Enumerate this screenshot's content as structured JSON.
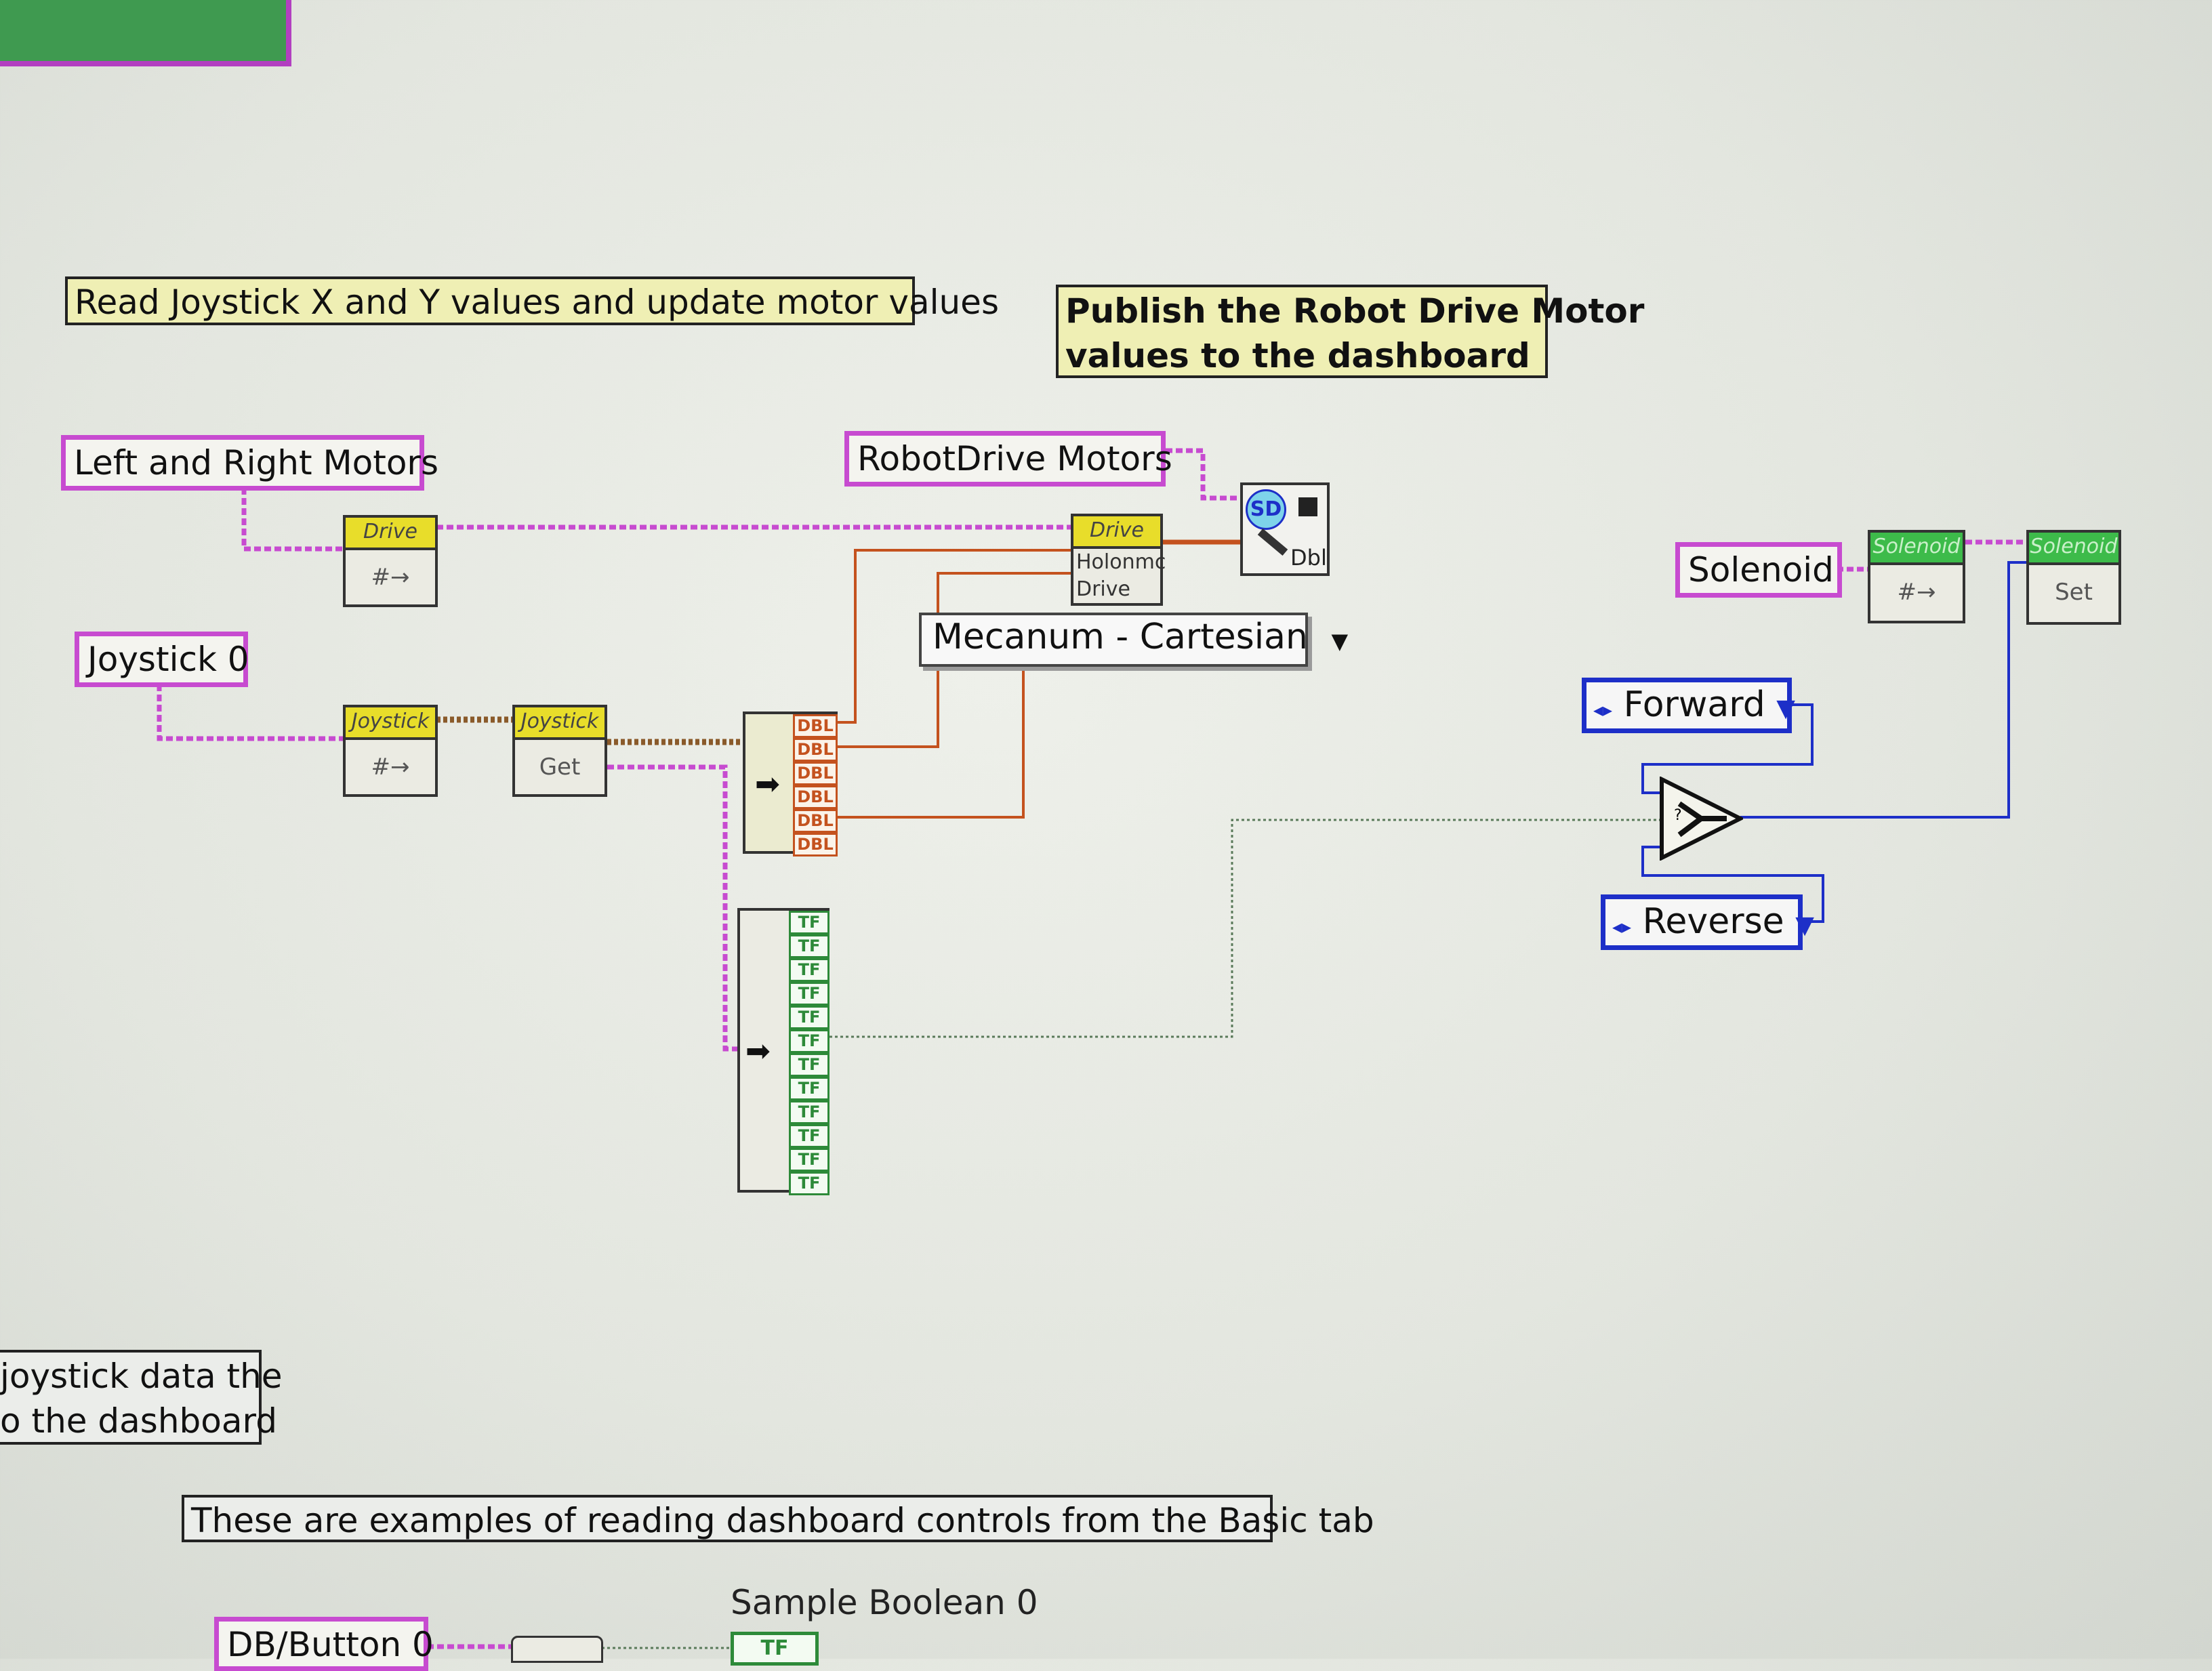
{
  "comments": {
    "read_joystick": "Read Joystick X and Y values and update motor values",
    "publish_line1": "Publish the Robot Drive Motor",
    "publish_line2": "values to the dashboard",
    "joystick_data_line1": "joystick data the",
    "joystick_data_line2": "o the dashboard",
    "examples": "These are examples of reading dashboard controls from the Basic tab"
  },
  "labels": {
    "left_right_motors": "Left and Right Motors",
    "robotdrive_motors": "RobotDrive Motors",
    "joystick0": "Joystick 0",
    "solenoid": "Solenoid",
    "db_button0": "DB/Button 0",
    "sample_boolean0": "Sample Boolean 0"
  },
  "nodes": {
    "drive_ref_head": "Drive",
    "drive_ref_icon": "#→",
    "joystick_ref_head": "Joystick",
    "joystick_ref_icon": "#→",
    "joystick_get_head": "Joystick",
    "joystick_get_body": "Get",
    "holonomic_head": "Drive",
    "holonomic_line1": "Holonmc",
    "holonomic_line2": "Drive",
    "sd_label": "SD",
    "sd_type": "Dbl",
    "solenoid_ref_head": "Solenoid",
    "solenoid_ref_icon": "#→",
    "solenoid_set_head": "Solenoid",
    "solenoid_set_body": "Set"
  },
  "ring": {
    "value": "Mecanum - Cartesian",
    "arrow": "▼"
  },
  "enums": {
    "forward": "Forward",
    "reverse": "Reverse",
    "arrow": "▼",
    "left_marker": "◂▸"
  },
  "arrays": {
    "dbl_cell": "DBL",
    "dbl_count": 6,
    "tf_cell": "TF",
    "tf_count": 12
  },
  "colors": {
    "background": "#e6e9e2",
    "comment_bg": "#efefb4",
    "reference_wire": "#c74bd0",
    "numeric_wire": "#c4521e",
    "enum_wire": "#1d2fc8",
    "boolean_wire": "#2d8a39",
    "node_header": "#e8dd2a",
    "solenoid_header": "#3dbb4a",
    "corner_block": "#3f9a50"
  },
  "icons": {
    "index_array": "arrow-right-icon",
    "select": "select-function-icon",
    "sd_write": "smartdashboard-write-icon",
    "dropdown": "chevron-down-icon"
  }
}
